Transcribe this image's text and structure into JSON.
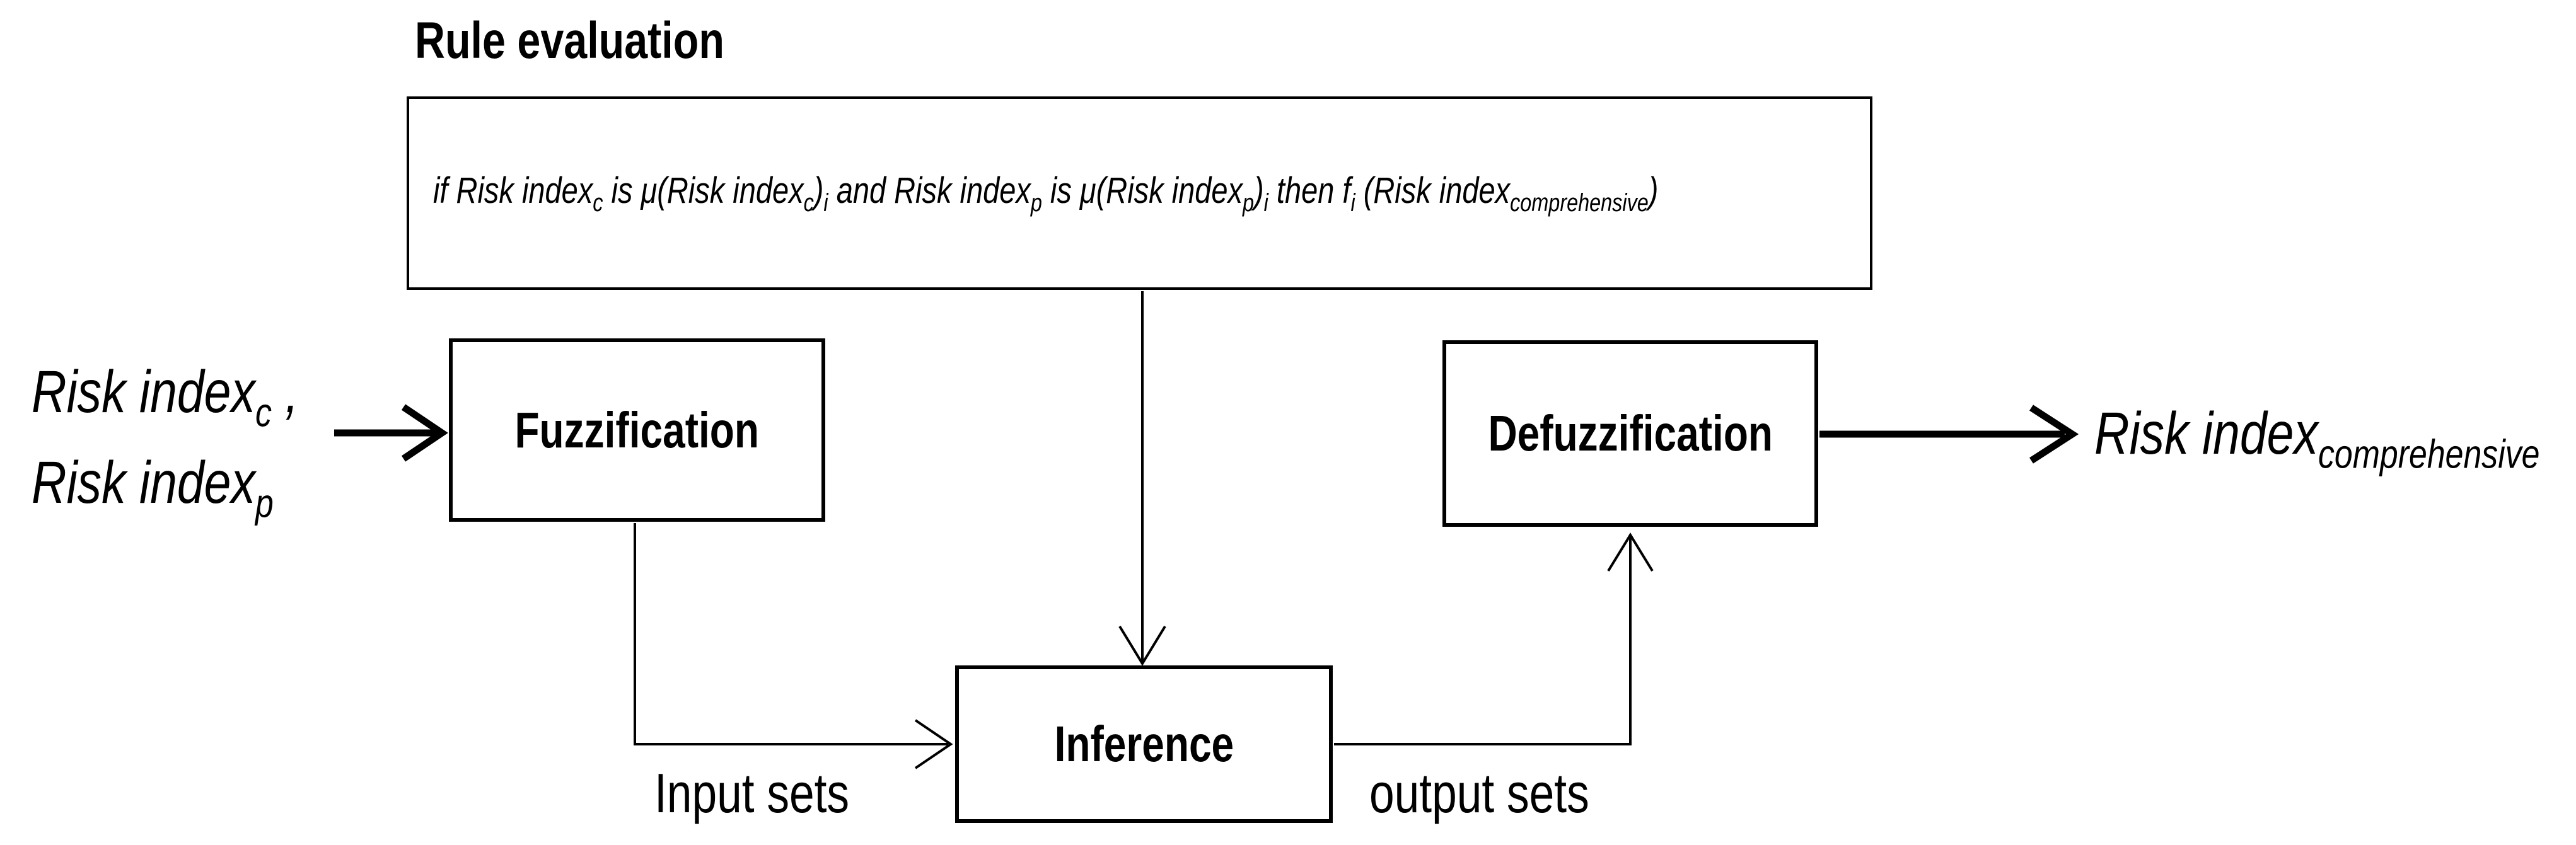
{
  "title": "Rule evaluation",
  "colors": {
    "ink": "#000000",
    "background": "#ffffff"
  },
  "rule_box": {
    "seg1": "if Risk index",
    "sub1": "c",
    "seg2": " is μ(Risk index",
    "sub2": "c",
    "seg3": ")",
    "sub3": "i",
    "seg4": " and Risk index",
    "sub4": "p",
    "seg5": " is μ(Risk index",
    "sub5": "p",
    "seg6": ")",
    "sub6": "i",
    "seg7": " then f",
    "sub7": "i",
    "seg8": " (Risk index",
    "sub8": "comprehensive",
    "seg9": ")"
  },
  "boxes": {
    "fuzzification": "Fuzzification",
    "inference": "Inference",
    "defuzzification": "Defuzzification"
  },
  "input_label": {
    "line1_main": "Risk index",
    "line1_sub": "c",
    "line1_suffix": " ,",
    "line2_main": "Risk index",
    "line2_sub": "p"
  },
  "output_label": {
    "main": "Risk index",
    "sub": "comprehensive"
  },
  "flow_labels": {
    "input_sets": "Input sets",
    "output_sets": "output sets"
  }
}
